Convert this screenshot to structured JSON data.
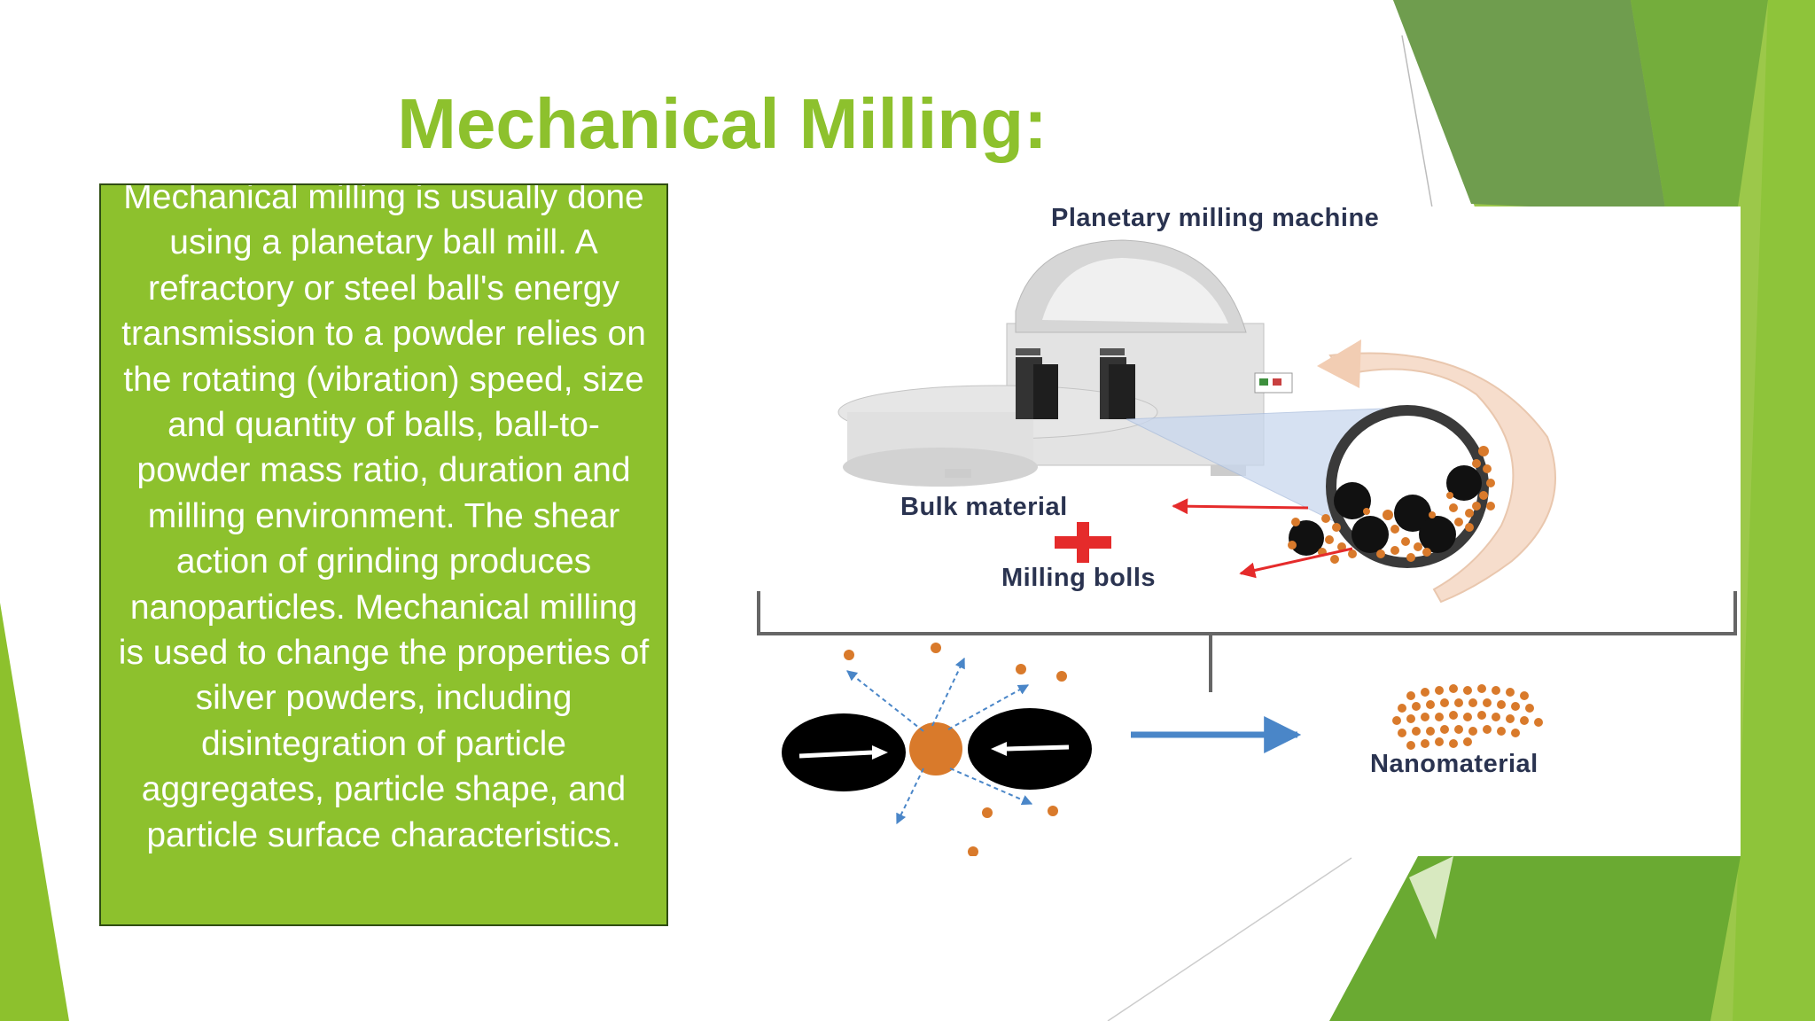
{
  "slide": {
    "title": "Mechanical Milling:",
    "body": "Mechanical milling is usually done using a planetary ball mill. A refractory or steel ball's energy transmission to a powder relies on the rotating (vibration) speed, size and quantity of balls, ball-to-powder mass ratio, duration and milling environment. The shear action of grinding produces nanoparticles. Mechanical milling is used to change the properties of silver powders, including disintegration of particle aggregates, particle shape, and particle surface characteristics."
  },
  "figure": {
    "machine_label": "Planetary milling machine",
    "bulk_label": "Bulk material",
    "balls_label": "Milling bolls",
    "product_label": "Nanomaterial"
  },
  "colors": {
    "accent_green": "#8dc12d",
    "dark_green": "#6aa042",
    "particle_orange": "#d97a2b",
    "arrow_red": "#e52b2b",
    "arrow_blue": "#4a86c8"
  }
}
